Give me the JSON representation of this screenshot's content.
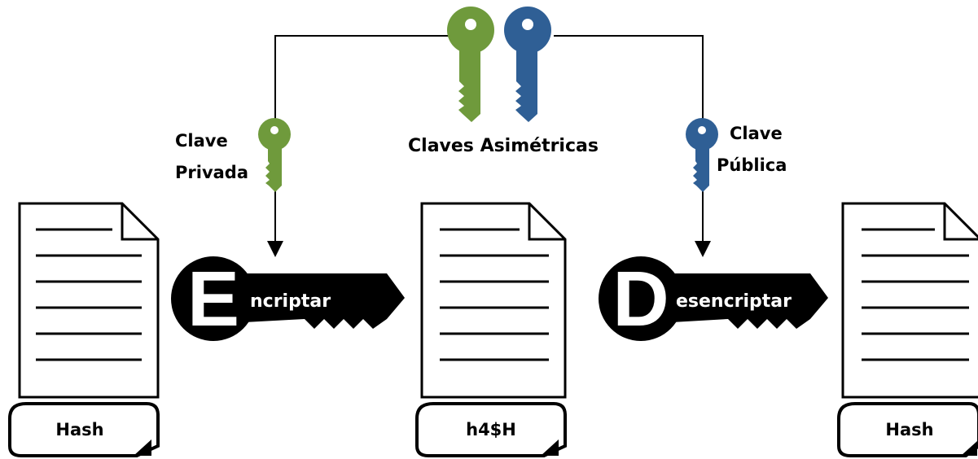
{
  "labels": {
    "center_title": "Claves Asimétricas",
    "left_key_line1": "Clave",
    "left_key_line2": "Privada",
    "right_key_line1": "Clave",
    "right_key_line2": "Pública"
  },
  "keys": {
    "encrypt": {
      "initial": "E",
      "rest": "ncriptar"
    },
    "decrypt": {
      "initial": "D",
      "rest": "esencriptar"
    }
  },
  "documents": [
    {
      "tag": "Hash"
    },
    {
      "tag": "h4$H"
    },
    {
      "tag": "Hash"
    }
  ],
  "colors": {
    "private_key": "#6f9a3c",
    "public_key": "#2f5f95",
    "black_key": "#000000"
  },
  "icons": [
    "document-icon",
    "key-icon"
  ]
}
